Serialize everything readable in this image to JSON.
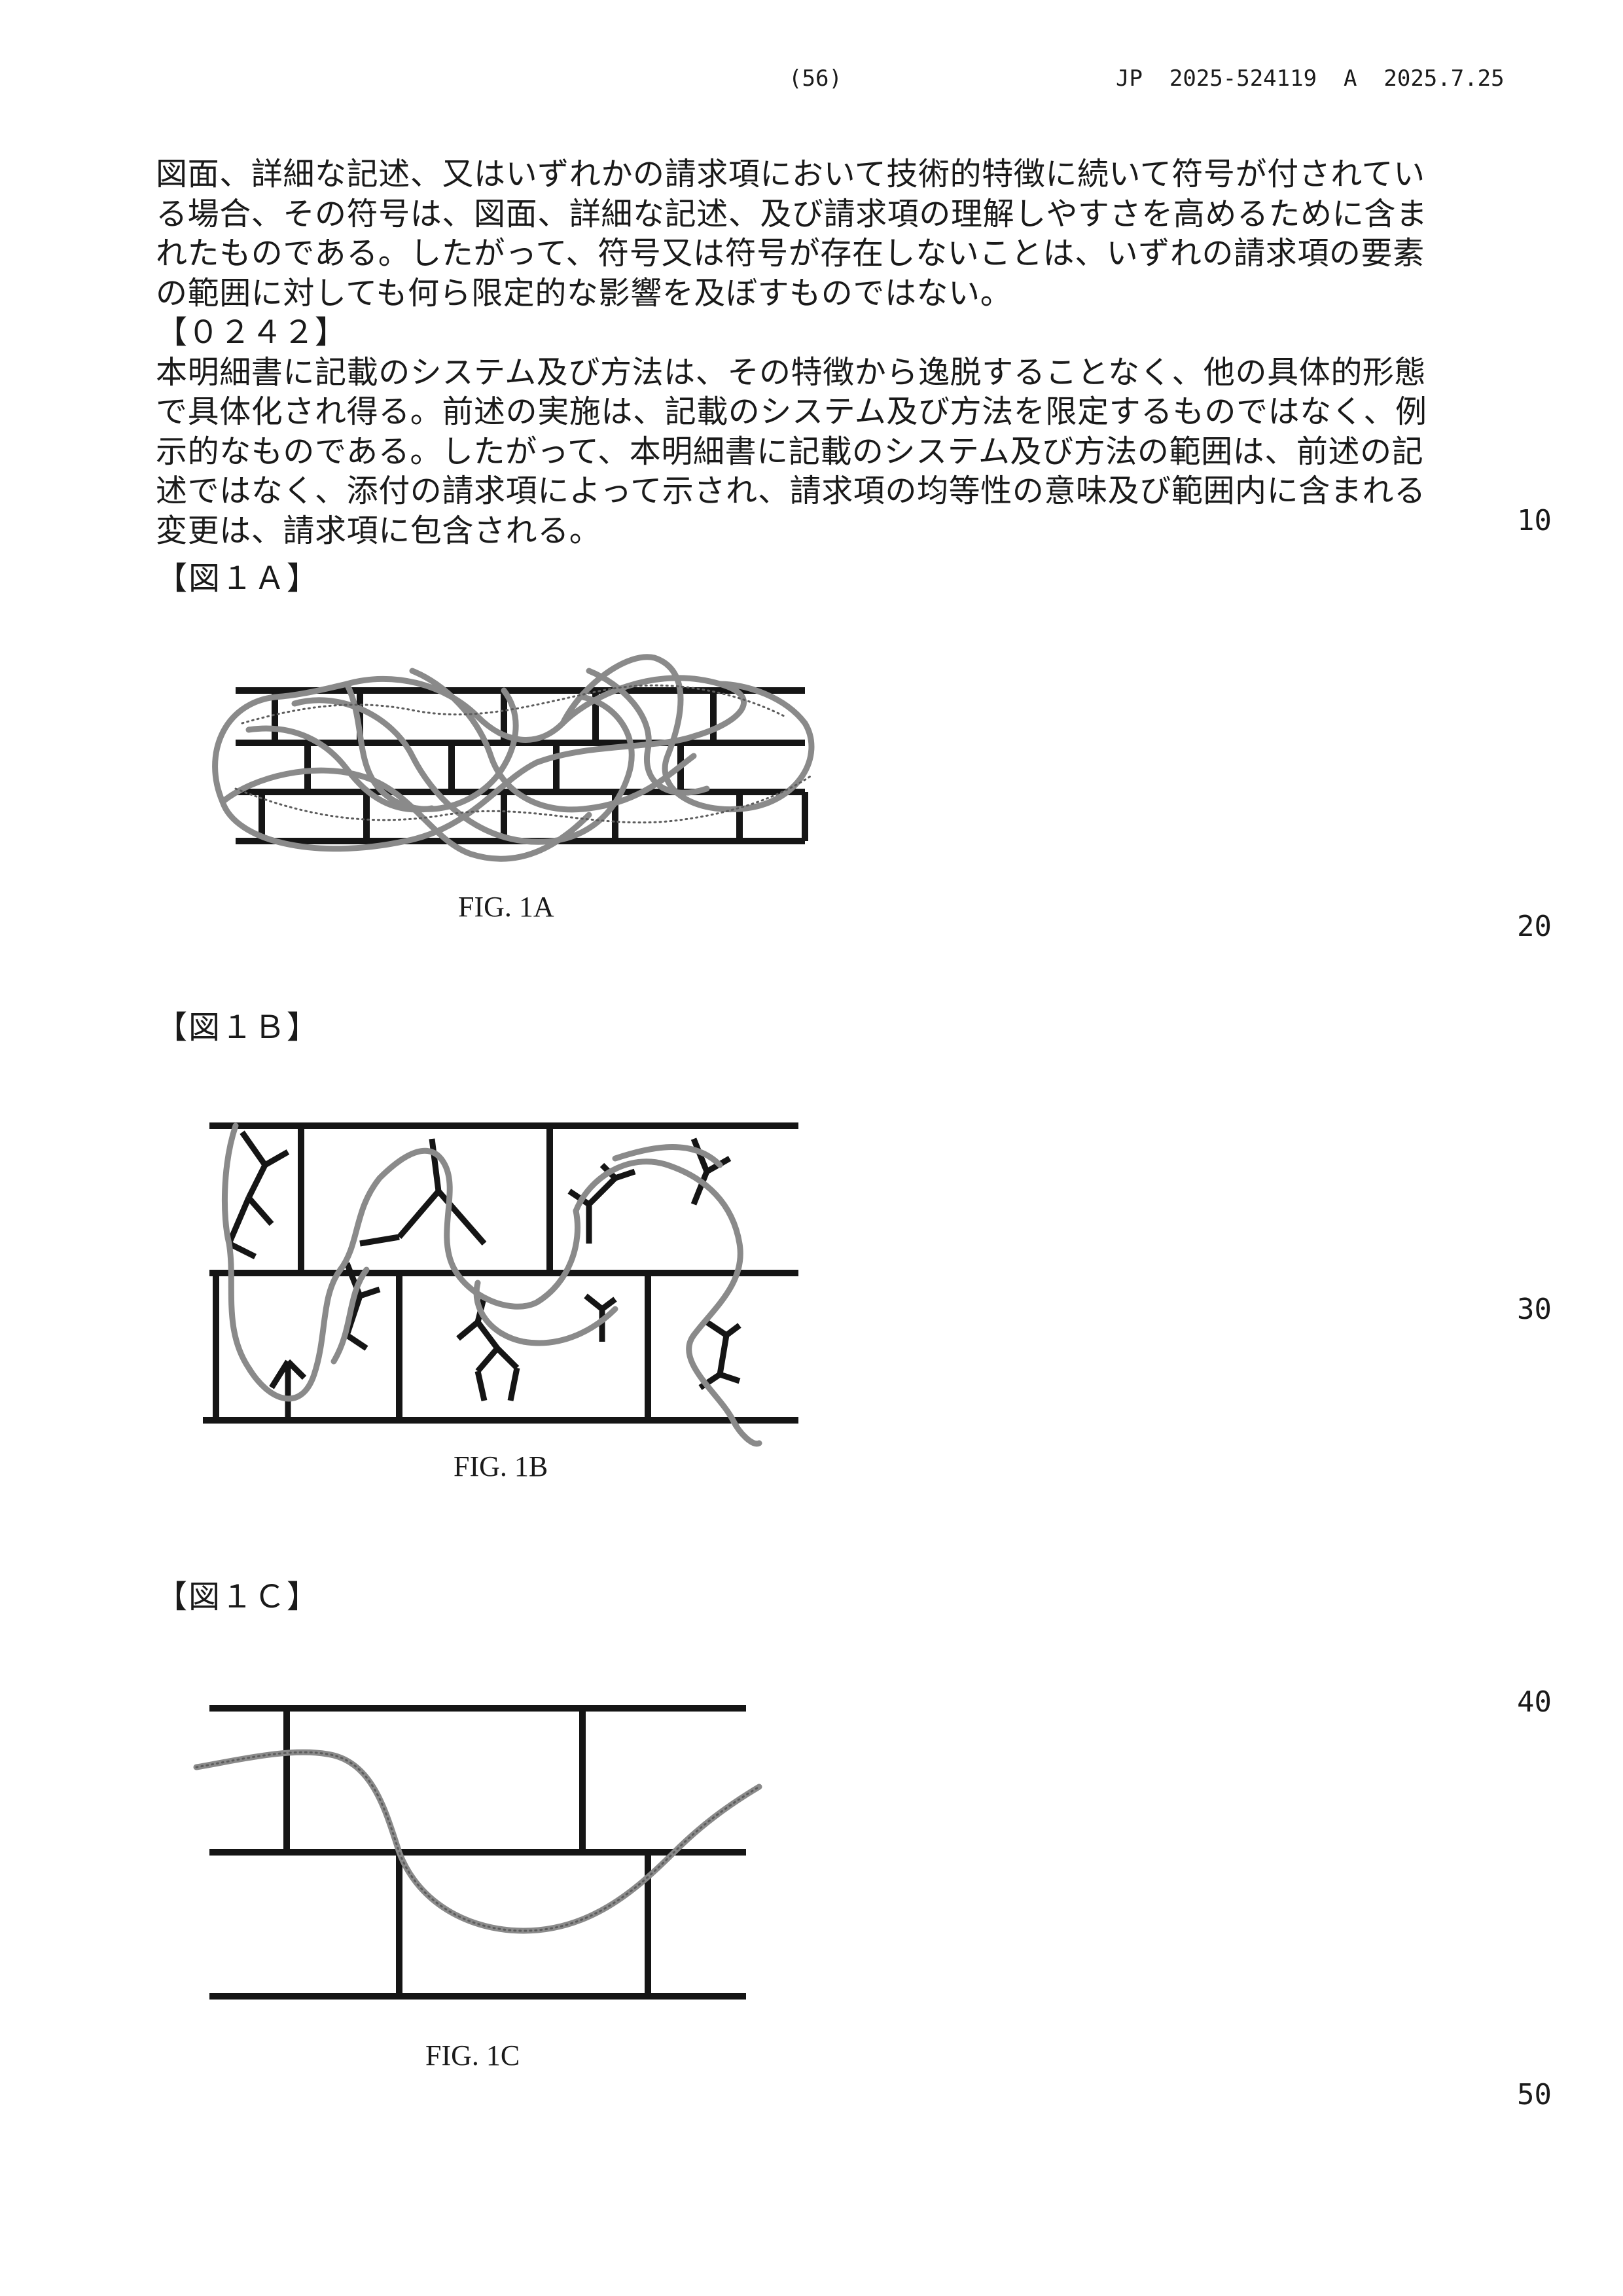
{
  "header": {
    "page_number": "(56)",
    "publication": "JP  2025-524119  A  2025.7.25"
  },
  "body": {
    "lines": [
      "図面、詳細な記述、又はいずれかの請求項において技術的特徴に続いて符号が付されてい",
      "る場合、その符号は、図面、詳細な記述、及び請求項の理解しやすさを高めるために含ま",
      "れたものである。したがって、符号又は符号が存在しないことは、いずれの請求項の要素",
      "の範囲に対しても何ら限定的な影響を及ぼすものではない。",
      "【０２４２】",
      "本明細書に記載のシステム及び方法は、その特徴から逸脱することなく、他の具体的形態",
      "で具体化され得る。前述の実施は、記載のシステム及び方法を限定するものではなく、例",
      "示的なものである。したがって、本明細書に記載のシステム及び方法の範囲は、前述の記",
      "述ではなく、添付の請求項によって示され、請求項の均等性の意味及び範囲内に含まれる",
      "変更は、請求項に包含される。"
    ]
  },
  "line_numbers": [
    "10",
    "20",
    "30",
    "40",
    "50"
  ],
  "figures": [
    {
      "label": "【図１Ａ】",
      "caption": "FIG. 1A"
    },
    {
      "label": "【図１Ｂ】",
      "caption": "FIG. 1B"
    },
    {
      "label": "【図１Ｃ】",
      "caption": "FIG. 1C"
    }
  ]
}
